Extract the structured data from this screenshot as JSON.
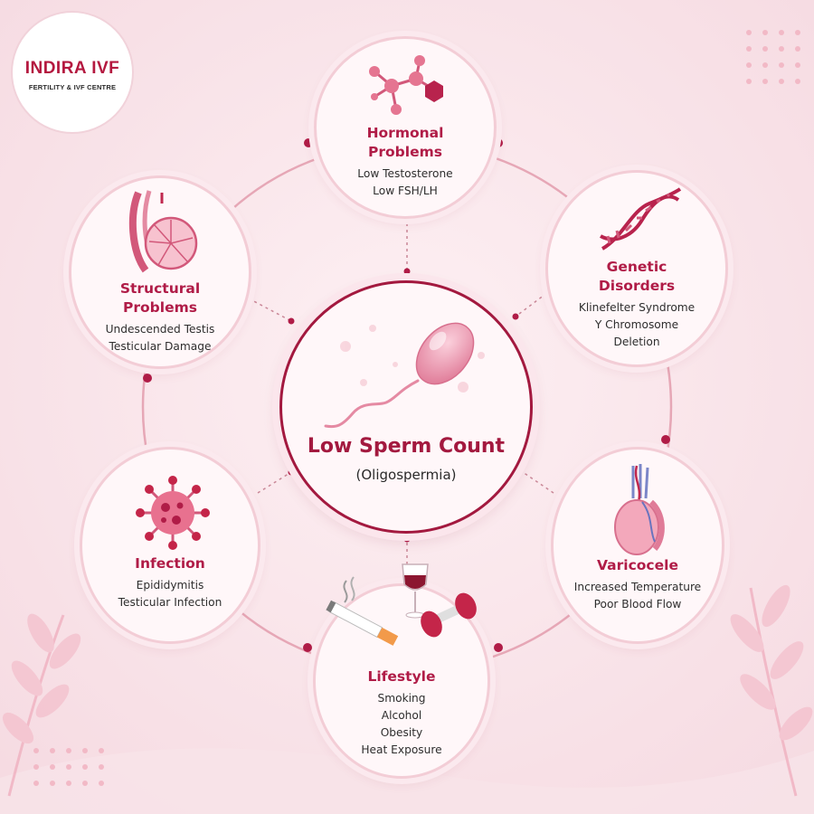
{
  "brand": {
    "name": "INDIRA IVF",
    "tagline": "FERTILITY & IVF CENTRE"
  },
  "center": {
    "title": "Low Sperm Count",
    "subtitle": "(Oligospermia)"
  },
  "causes": {
    "hormonal": {
      "title_line1": "Hormonal",
      "title_line2": "Problems",
      "items": [
        "Low Testosterone",
        "Low FSH/LH"
      ]
    },
    "genetic": {
      "title_line1": "Genetic",
      "title_line2": "Disorders",
      "items": [
        "Klinefelter Syndrome",
        "Y Chromosome",
        "Deletion"
      ]
    },
    "varicocele": {
      "title": "Varicocele",
      "items": [
        "Increased Temperature",
        "Poor Blood Flow"
      ]
    },
    "lifestyle": {
      "title": "Lifestyle",
      "items": [
        "Smoking",
        "Alcohol",
        "Obesity",
        "Heat Exposure"
      ]
    },
    "infection": {
      "title": "Infection",
      "items": [
        "Epididymitis",
        "Testicular Infection"
      ]
    },
    "structural": {
      "title_line1": "Structural",
      "title_line2": "Problems",
      "items": [
        "Undescended Testis",
        "Testicular Damage"
      ]
    }
  },
  "colors": {
    "accent": "#a3193f",
    "title": "#b01c47",
    "background": "#f9e4e9"
  },
  "icons": {
    "hormonal": "molecule-icon",
    "genetic": "dna-icon",
    "varicocele": "testis-veins-icon",
    "lifestyle": "cigarette-wine-dumbbell-icon",
    "infection": "virus-icon",
    "structural": "testis-anatomy-icon",
    "center": "sperm-cell-icon"
  }
}
